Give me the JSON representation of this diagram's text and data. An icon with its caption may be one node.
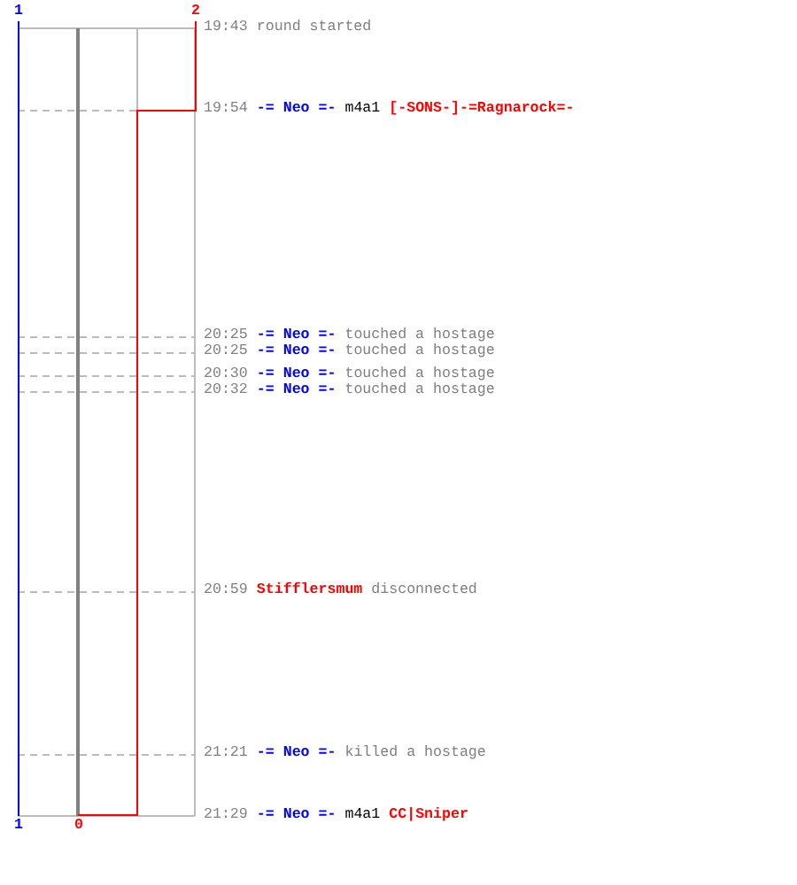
{
  "diagram": {
    "labels": [
      "1",
      "2",
      "19:43",
      "round started",
      "19:54",
      "-= Neo =-",
      "m4a1",
      "[-SONS-]-=Ragnarock=-",
      "20:25",
      "-= Neo =-",
      "touched a hostage",
      "20:25",
      "-= Neo =-",
      "touched a hostage",
      "20:30",
      "-= Neo =-",
      "touched a hostage",
      "20:32",
      "-= Neo =-",
      "touched a hostage",
      "20:59",
      "Stifflersmum",
      "disconnected",
      "21:21",
      "-= Neo =-",
      "killed a hostage",
      "1",
      "0",
      "21:29",
      "-= Neo =-",
      "m4a1",
      "CC|Sniper"
    ]
  }
}
